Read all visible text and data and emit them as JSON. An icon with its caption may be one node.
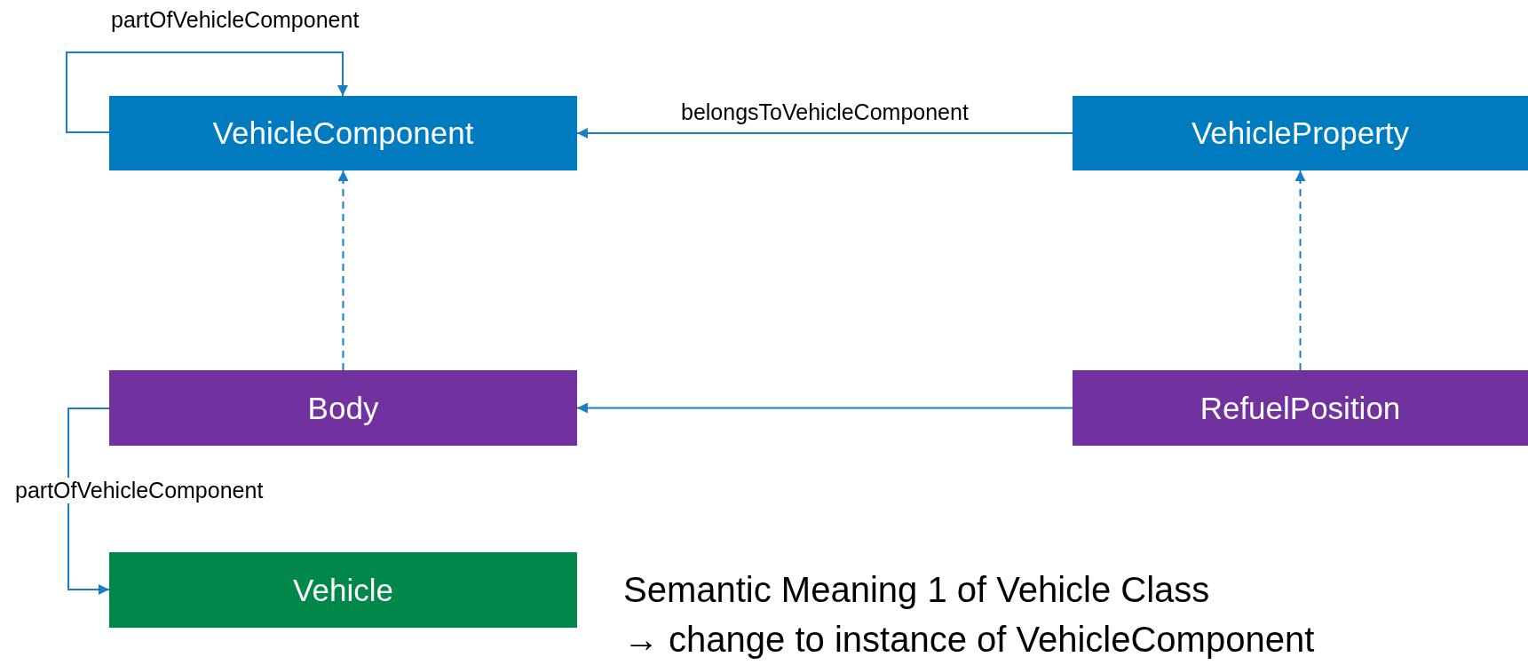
{
  "diagram": {
    "nodes": [
      {
        "text": [
          "VehicleComponent"
        ]
      },
      {
        "text": [
          "VehicleProperty"
        ]
      },
      {
        "text": [
          "Body"
        ]
      },
      {
        "text": [
          "RefuelPosition"
        ]
      },
      {
        "text": [
          "Vehicle"
        ]
      }
    ],
    "edges": [
      {
        "from": 0,
        "to": 0,
        "arrow": "to",
        "label": "partOfVehicleComponent"
      },
      {
        "from": 1,
        "to": 0,
        "arrow": "to",
        "label": "belongsToVehicleComponent"
      },
      {
        "from": 2,
        "to": 0,
        "arrow": "to",
        "style": "dashed"
      },
      {
        "from": 3,
        "to": 1,
        "arrow": "to",
        "style": "dashed"
      },
      {
        "from": 3,
        "to": 2,
        "arrow": "to"
      },
      {
        "from": 2,
        "to": 4,
        "arrow": "to",
        "label": "partOfVehicleComponent"
      }
    ],
    "labels": [
      "Semantic Meaning 1 of Vehicle Class",
      "→ change to instance of VehicleComponent"
    ]
  }
}
